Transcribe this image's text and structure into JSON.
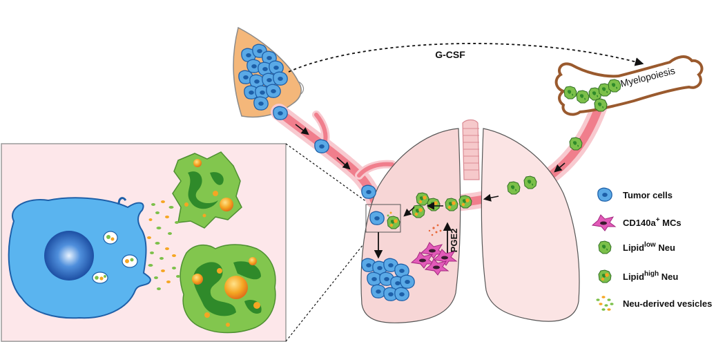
{
  "diagram": {
    "signal_label": "G-CSF",
    "bone_label": "Myelopoiesis",
    "mediator_label": "PGE2"
  },
  "legend": {
    "tumor": "Tumor cells",
    "mc_prefix": "CD140a",
    "mc_sup": "+",
    "mc_suffix": " MCs",
    "lipid_prefix": "Lipid",
    "low_sup": "low",
    "high_sup": "high",
    "neu_suffix": " Neu",
    "vesicles": "Neu-derived vesicles"
  },
  "colors": {
    "tumor_fill": "#5aa9e6",
    "tumor_dark": "#1d5fa8",
    "neutrophil": "#7cc04a",
    "neutrophil_dark": "#2f8a2a",
    "lipid_droplet": "#f5a623",
    "mesenchymal": "#e25ab8",
    "vessel": "#f3a3ad",
    "bone_outline": "#9a5a2e",
    "breast": "#f4b77a",
    "inset_bg": "#fde7ea",
    "lung": "#f6d3d3"
  }
}
